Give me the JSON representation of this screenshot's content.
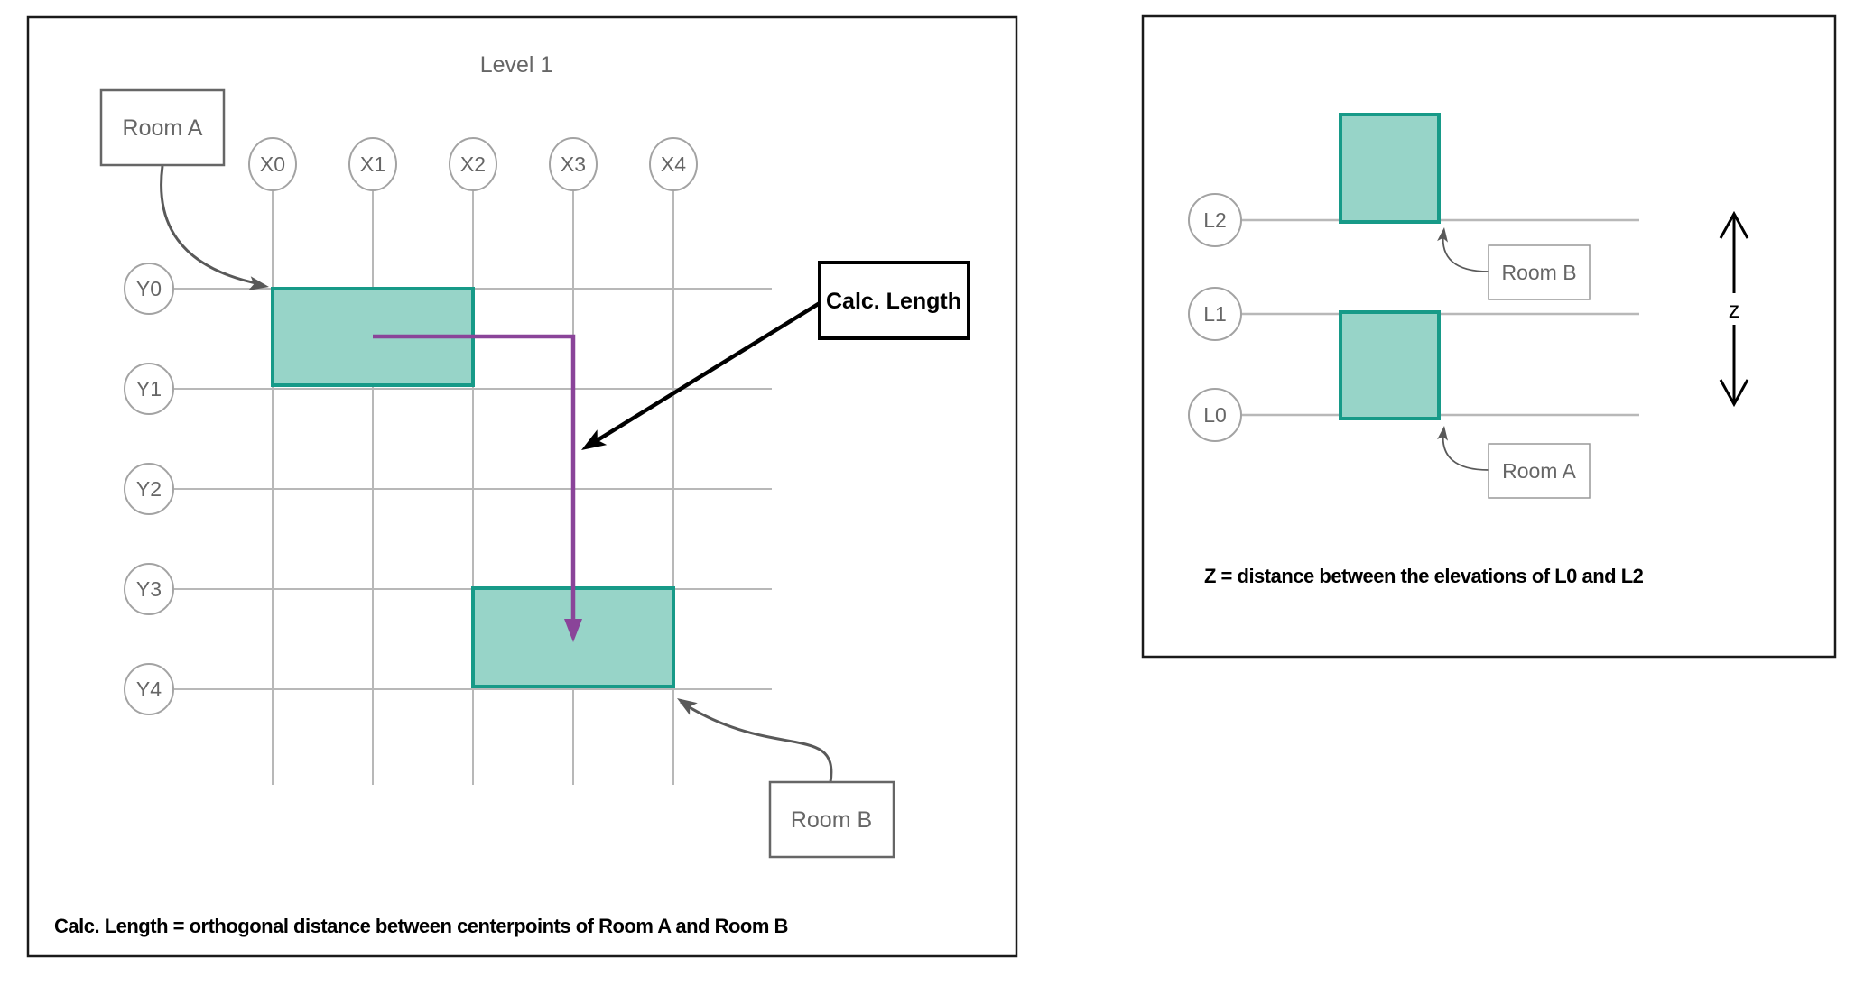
{
  "left_panel": {
    "title": "Level 1",
    "grid": {
      "x_labels": [
        "X0",
        "X1",
        "X2",
        "X3",
        "X4"
      ],
      "y_labels": [
        "Y0",
        "Y1",
        "Y2",
        "Y3",
        "Y4"
      ]
    },
    "callouts": {
      "room_a": "Room A",
      "room_b": "Room B",
      "calc_length": "Calc. Length"
    },
    "caption": "Calc. Length = orthogonal distance between centerpoints of Room A and Room B"
  },
  "right_panel": {
    "levels": [
      "L2",
      "L1",
      "L0"
    ],
    "callouts": {
      "room_b": "Room B",
      "room_a": "Room A"
    },
    "z_label": "z",
    "caption": "Z = distance between the elevations of L0 and L2"
  },
  "colors": {
    "room_fill": "#97d4c8",
    "room_stroke": "#179a88",
    "path_purple": "#8a4499",
    "grid_line": "#b8b8b8",
    "circle_stroke": "#a3a3a3",
    "label_text": "#666666",
    "callout_arrow": "#595959",
    "panel_border": "#000000"
  }
}
